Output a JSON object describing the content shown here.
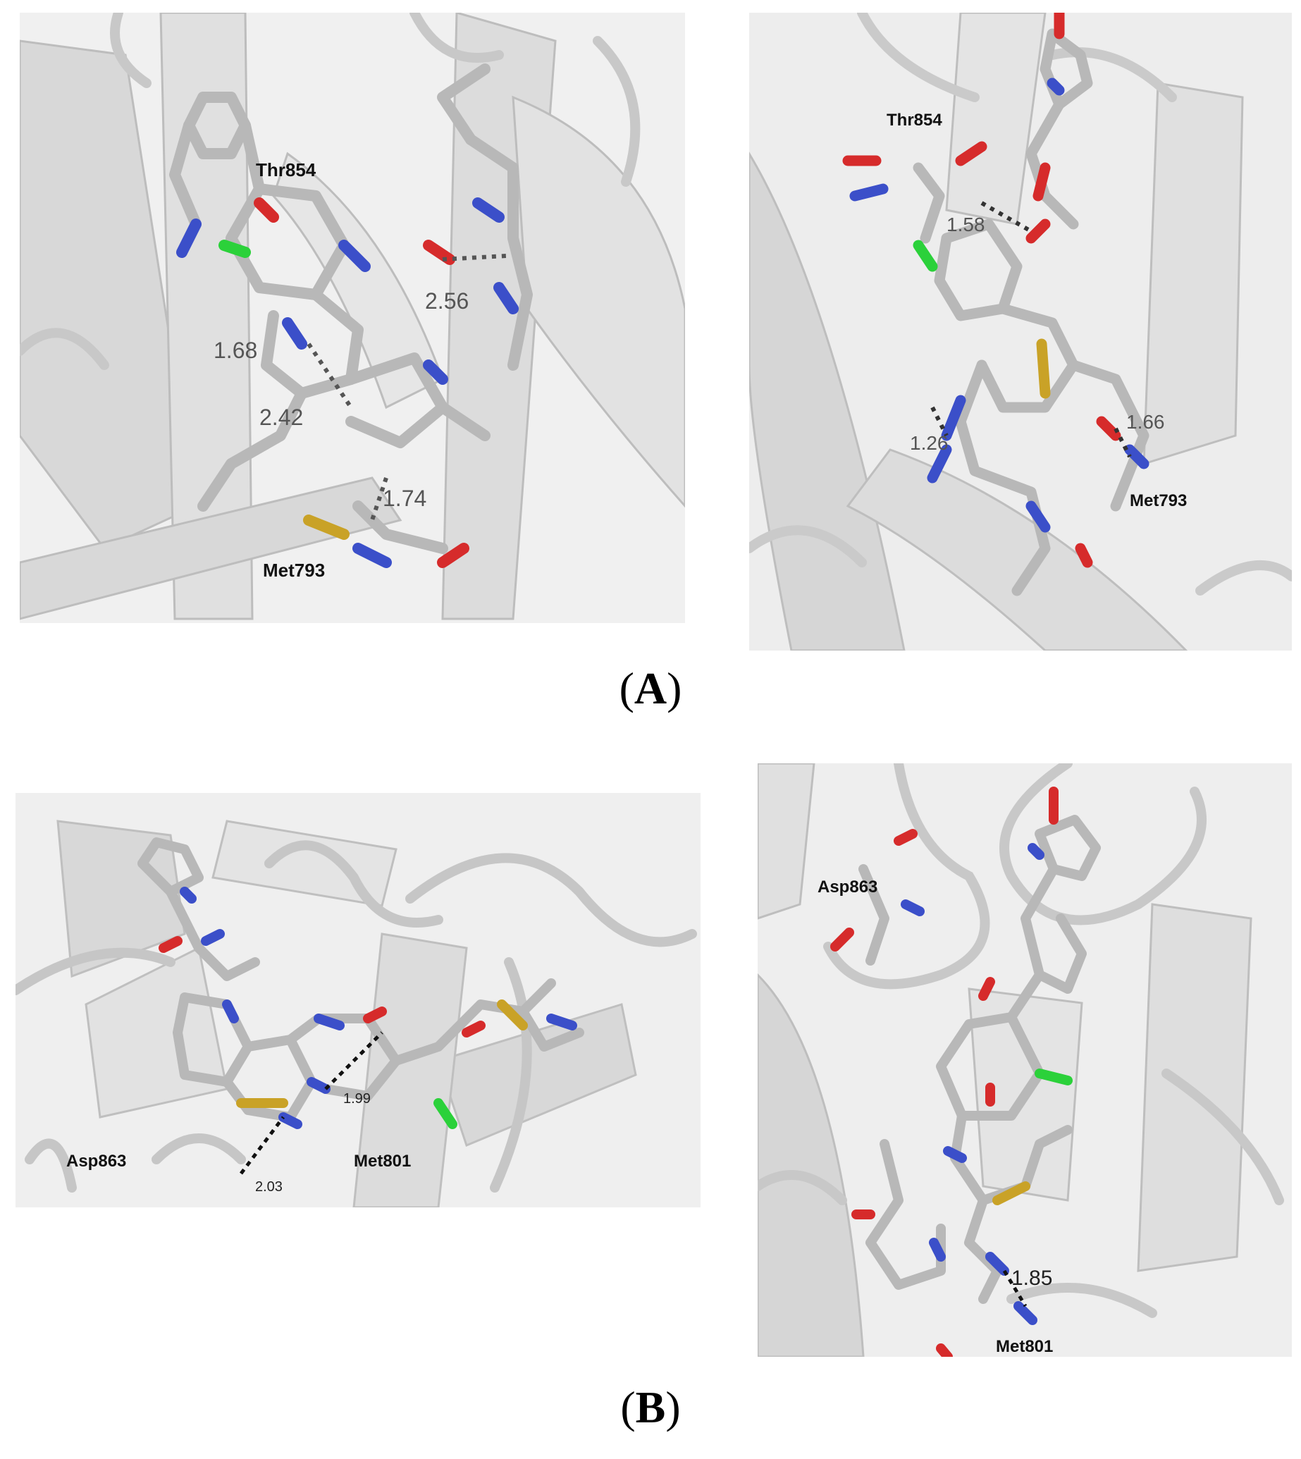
{
  "figure": {
    "panel_a_label": "A",
    "panel_b_label": "B"
  },
  "panels": {
    "a_left": {
      "residues": [
        "Thr854",
        "Met793"
      ],
      "distances": [
        "2.56",
        "1.68",
        "2.42",
        "1.74"
      ]
    },
    "a_right": {
      "residues": [
        "Thr854",
        "Met793"
      ],
      "distances": [
        "1.58",
        "1.66",
        "1.26"
      ]
    },
    "b_left": {
      "residues": [
        "Asp863",
        "Met801"
      ],
      "distances": [
        "1.99",
        "2.03"
      ]
    },
    "b_right": {
      "residues": [
        "Asp863",
        "Met801"
      ],
      "distances": [
        "1.85"
      ]
    }
  },
  "colors": {
    "ribbon": "#d4d4d4",
    "carbon": "#bcbcbc",
    "nitrogen": "#3b4fc9",
    "oxygen": "#d62b2b",
    "sulfur": "#c9a227",
    "chlorine": "#2bd13a"
  }
}
